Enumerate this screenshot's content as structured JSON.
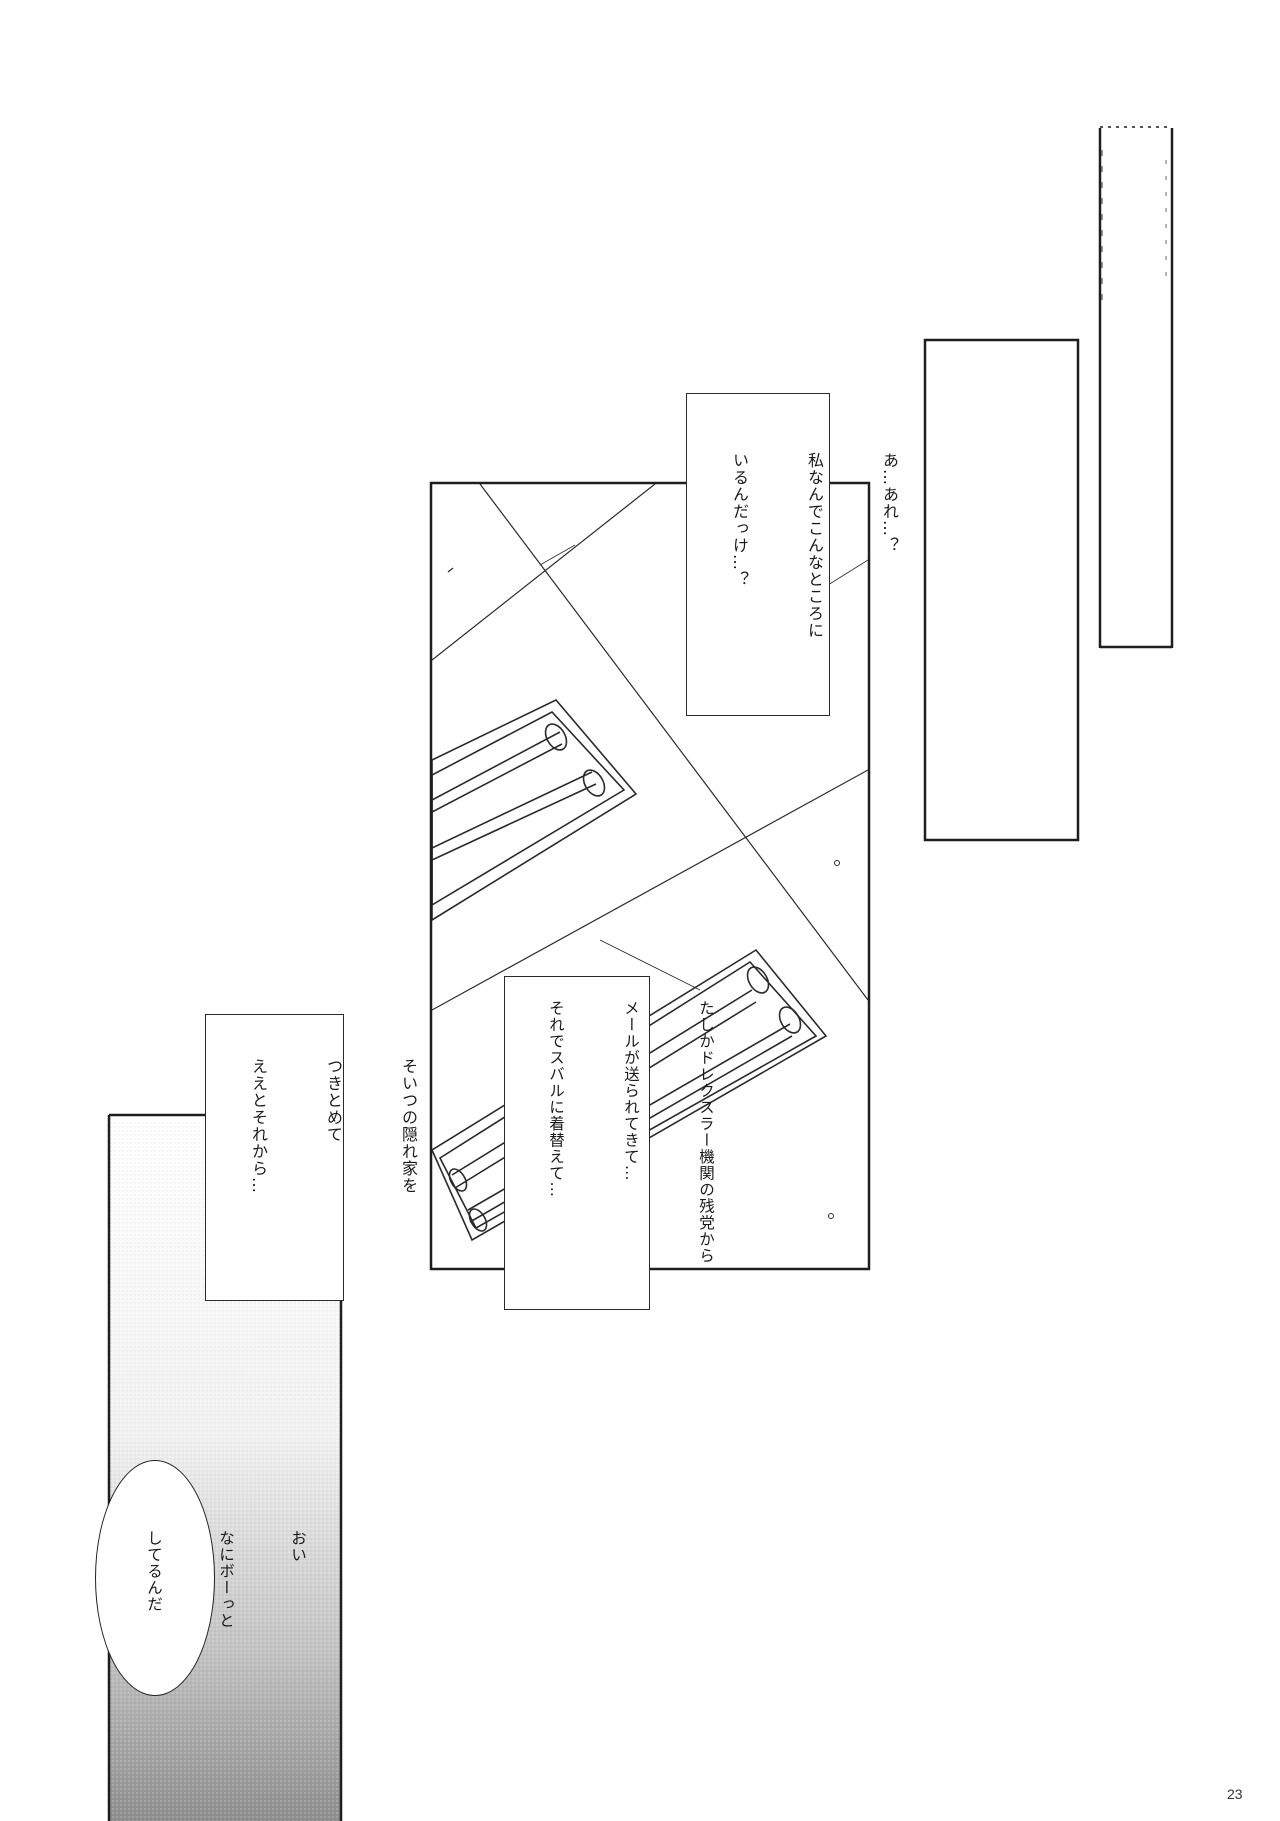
{
  "page": {
    "number": "23"
  },
  "captions": {
    "top": {
      "lines": [
        "あ…あれ…？",
        "私なんでこんなところに",
        "いるんだっけ…？"
      ]
    },
    "middle": {
      "lines": [
        "たしかドレクスラー機関の残党から",
        "メールが送られてきて…",
        "それでスバルに着替えて…"
      ]
    },
    "left": {
      "lines": [
        "そいつの隠れ家を",
        "つきとめて",
        "ええとそれから…"
      ]
    }
  },
  "speech_bubble": {
    "lines": [
      "おい",
      "なにボーっと",
      "してるんだ"
    ]
  },
  "colors": {
    "ink": "#1e1e1e",
    "paper": "#ffffff",
    "screentone": "#9a9a9a"
  }
}
